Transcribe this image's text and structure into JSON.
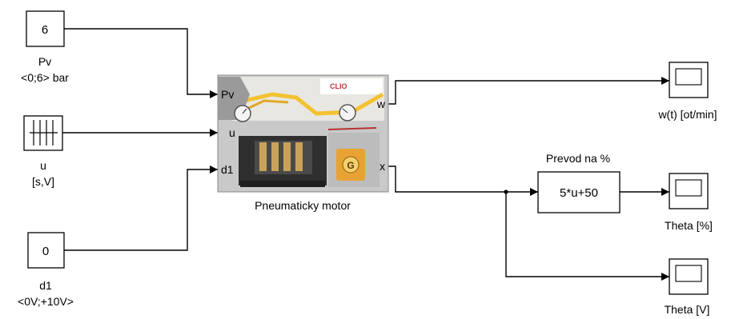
{
  "blocks": {
    "pv_const": {
      "value": "6",
      "label": "Pv",
      "sublabel": "<0;6> bar"
    },
    "u_source": {
      "label": "u",
      "sublabel": "[s,V]"
    },
    "d1_const": {
      "value": "0",
      "label": "d1",
      "sublabel": "<0V;+10V>"
    },
    "motor": {
      "label": "Pneumaticky motor",
      "inputs": [
        "Pv",
        "u",
        "d1"
      ],
      "outputs": [
        "w",
        "x"
      ],
      "logo_text": "CLIO"
    },
    "gain": {
      "title": "Prevod na %",
      "expression": "5*u+50"
    },
    "scope_w": {
      "label": "w(t) [ot/min]"
    },
    "scope_theta_pct": {
      "label": "Theta [%]"
    },
    "scope_theta_v": {
      "label": "Theta [V]"
    }
  },
  "colors": {
    "wire": "#000000",
    "block_border": "#000000",
    "pipe": "#f2c230",
    "panel": "#b5b5b5"
  }
}
